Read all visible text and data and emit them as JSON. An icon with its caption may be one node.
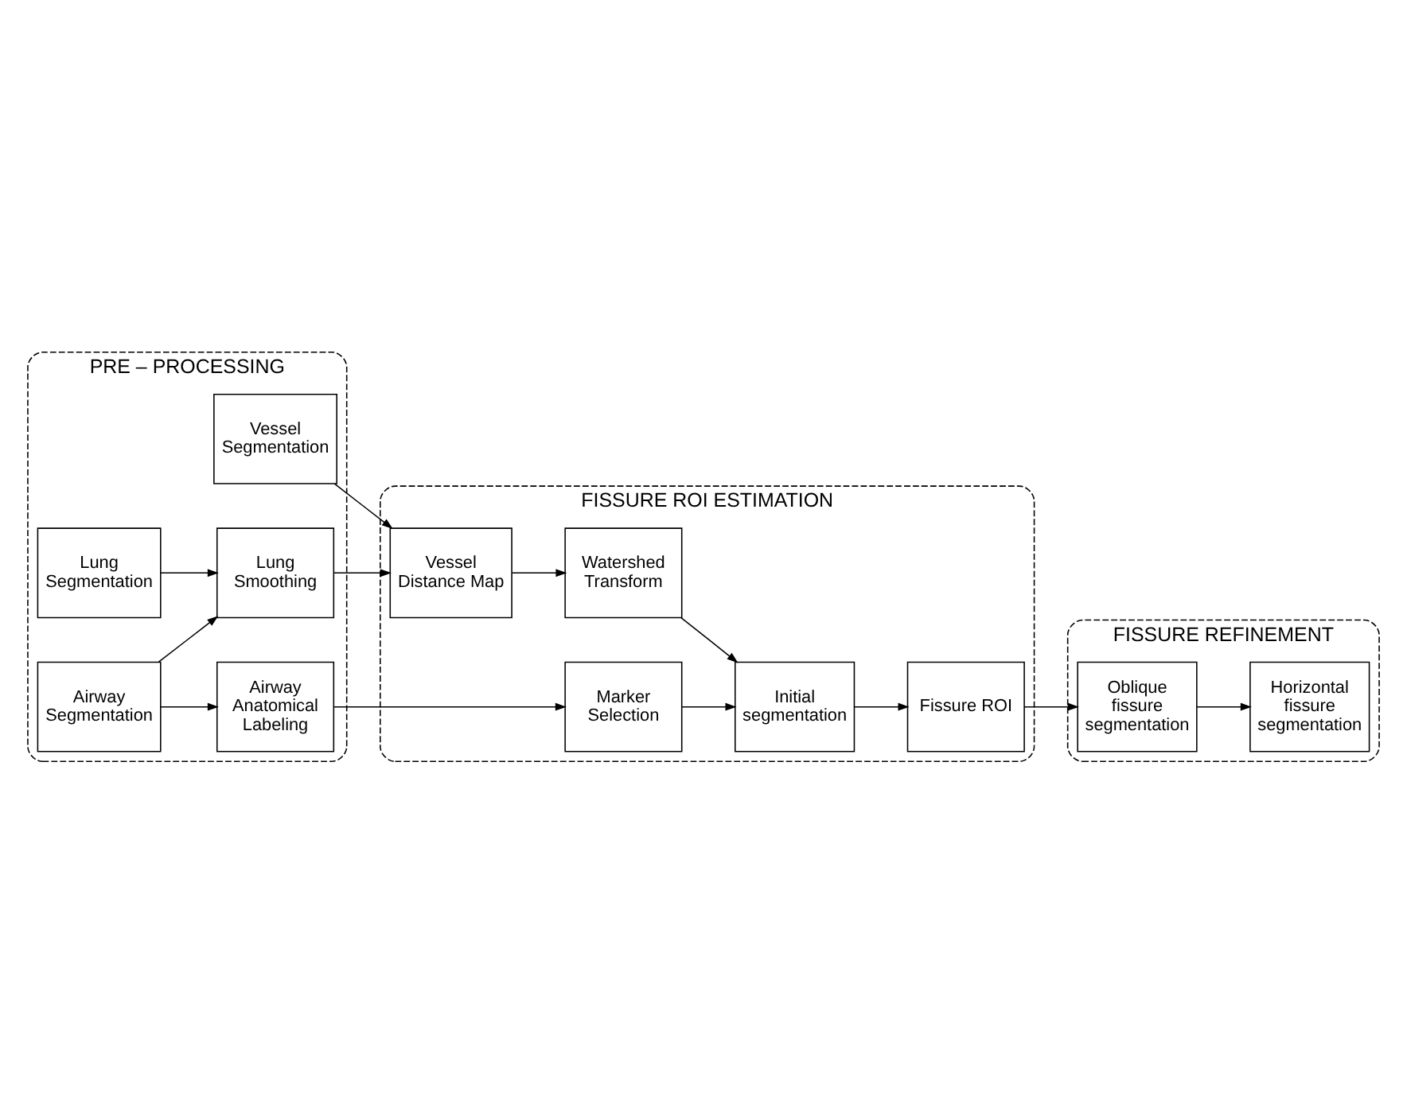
{
  "diagram": {
    "nodes": [
      {
        "text": [
          "PRE – PROCESSING"
        ]
      },
      {
        "text": [
          "Lung Segmentation"
        ],
        "in": 0
      },
      {
        "text": [
          "Lung Smoothing"
        ],
        "in": 0
      },
      {
        "text": [
          "Airway Segmentation"
        ],
        "in": 0
      },
      {
        "text": [
          "Airway Anatomical Labeling"
        ],
        "in": 0
      },
      {
        "text": [
          "Vessel Segmentation"
        ],
        "in": 0
      },
      {
        "text": [
          "FISSURE ROI ESTIMATION"
        ]
      },
      {
        "text": [
          "Vessel Distance Map"
        ],
        "in": 6
      },
      {
        "text": [
          "Marker Selection"
        ],
        "in": 6
      },
      {
        "text": [
          "Watershed Transform"
        ],
        "in": 6
      },
      {
        "text": [
          "Fissure ROI"
        ],
        "in": 6
      },
      {
        "text": [
          "Initial segmentation"
        ],
        "in": 6
      },
      {
        "text": [
          "FISSURE REFINEMENT"
        ]
      },
      {
        "text": [
          "Oblique fissure segmentation"
        ],
        "in": 12
      },
      {
        "text": [
          "Horizontal fissure segmentation"
        ],
        "in": 12
      }
    ],
    "edges": [
      {
        "from": 1,
        "to": 2,
        "arrow": "to"
      },
      {
        "from": 3,
        "to": 2,
        "arrow": "to"
      },
      {
        "from": 3,
        "to": 4,
        "arrow": "to"
      },
      {
        "from": 2,
        "to": 7,
        "arrow": "to"
      },
      {
        "from": 5,
        "to": 7,
        "arrow": "to"
      },
      {
        "from": 4,
        "to": 8,
        "arrow": "to"
      },
      {
        "from": 7,
        "to": 9,
        "arrow": "to"
      },
      {
        "from": 8,
        "to": 11,
        "arrow": "to"
      },
      {
        "from": 9,
        "to": 11,
        "arrow": "to"
      },
      {
        "from": 11,
        "to": 10,
        "arrow": "to"
      },
      {
        "from": 10,
        "to": 13,
        "arrow": "to"
      },
      {
        "from": 13,
        "to": 14,
        "arrow": "to"
      }
    ]
  }
}
